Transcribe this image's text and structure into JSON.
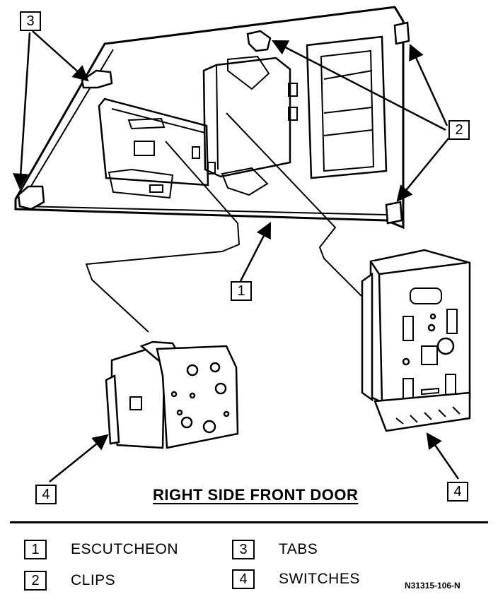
{
  "callouts": {
    "tabs_top_left": "3",
    "clips_right": "2",
    "escutcheon": "1",
    "switch_left": "4",
    "switch_right": "4"
  },
  "caption": "RIGHT SIDE FRONT DOOR",
  "legend": [
    {
      "number": "1",
      "label": "ESCUTCHEON"
    },
    {
      "number": "2",
      "label": "CLIPS"
    },
    {
      "number": "3",
      "label": "TABS"
    },
    {
      "number": "4",
      "label": "SWITCHES"
    }
  ],
  "figure_code": "N31315-106-N"
}
